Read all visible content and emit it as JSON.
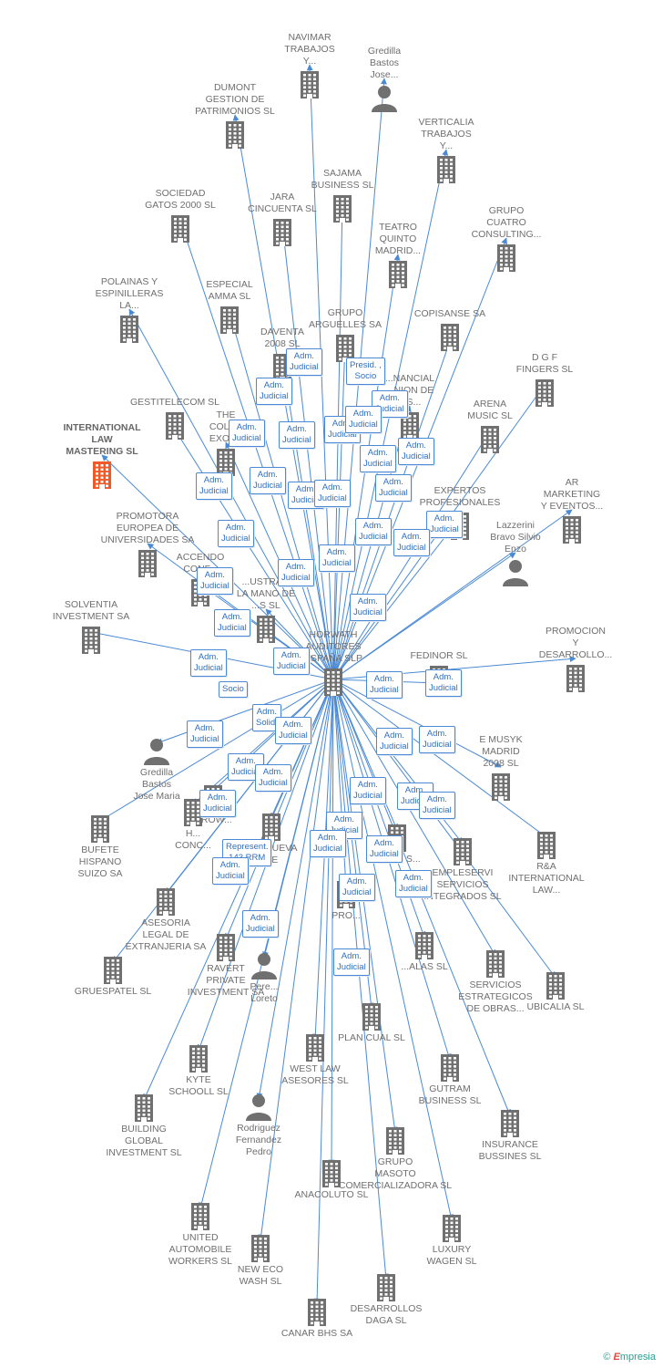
{
  "colors": {
    "building": "#707070",
    "focus": "#f05a28",
    "edge": "#4a8ad4",
    "badge_text": "#2f6fbf"
  },
  "center": {
    "id": "horwath",
    "label": "HORWATH\nAUDITORES\nESPAÑA SLP",
    "type": "building"
  },
  "nodes": [
    {
      "id": "navimar",
      "label": "NAVIMAR\nTRABAJOS\nY...",
      "type": "building"
    },
    {
      "id": "gredilla1",
      "label": "Gredilla\nBastos\nJose...",
      "type": "person"
    },
    {
      "id": "dumont",
      "label": "DUMONT\nGESTION DE\nPATRIMONIOS SL",
      "type": "building"
    },
    {
      "id": "verticalia",
      "label": "VERTICALIA\nTRABAJOS\nY...",
      "type": "building"
    },
    {
      "id": "sajama",
      "label": "SAJAMA\nBUSINESS SL",
      "type": "building"
    },
    {
      "id": "sociedad",
      "label": "SOCIEDAD\nGATOS 2000 SL",
      "type": "building"
    },
    {
      "id": "jara",
      "label": "JARA\nCINCUENTA SL",
      "type": "building"
    },
    {
      "id": "teatro",
      "label": "TEATRO\nQUINTO\nMADRID...",
      "type": "building"
    },
    {
      "id": "grupocuatro",
      "label": "GRUPO\nCUATRO\nCONSULTING...",
      "type": "building"
    },
    {
      "id": "polainas",
      "label": "POLAINAS Y\nESPINILLERAS\nLA...",
      "type": "building"
    },
    {
      "id": "especial",
      "label": "ESPECIAL\nAMMA SL",
      "type": "building"
    },
    {
      "id": "arguelles",
      "label": "GRUPO\nARGUELLES SA",
      "type": "building"
    },
    {
      "id": "daventa",
      "label": "DAVENTA\n2008 SL",
      "type": "building"
    },
    {
      "id": "copisanse",
      "label": "COPISANSE SA",
      "type": "building"
    },
    {
      "id": "dgf",
      "label": "D G F\nFINGERS SL",
      "type": "building"
    },
    {
      "id": "gestitelecom",
      "label": "GESTITELECOM SL",
      "type": "building"
    },
    {
      "id": "thecoll",
      "label": "THE\nCOLL...\nEXOT...",
      "type": "building"
    },
    {
      "id": "financial",
      "label": "...NANCIAL\n...NION DE\n...S...",
      "type": "building"
    },
    {
      "id": "arena",
      "label": "ARENA\nMUSIC SL",
      "type": "building"
    },
    {
      "id": "ilms",
      "label": "INTERNATIONAL\nLAW\nMASTERING SL",
      "type": "focus"
    },
    {
      "id": "armarketing",
      "label": "AR\nMARKETING\nY EVENTOS...",
      "type": "building"
    },
    {
      "id": "expertos",
      "label": "EXPERTOS\nPROFESIONALES",
      "type": "building"
    },
    {
      "id": "promotora",
      "label": "PROMOTORA\nEUROPEA DE\nUNIVERSIDADES SA",
      "type": "building"
    },
    {
      "id": "lazzerini",
      "label": "Lazzerini\nBravo Silvio\nEnzo",
      "type": "person"
    },
    {
      "id": "accendo",
      "label": "ACCENDO\nCONF...",
      "type": "building"
    },
    {
      "id": "ilustrada",
      "label": "...USTRA...\nLA MANO DE\n...S SL",
      "type": "building"
    },
    {
      "id": "solventia",
      "label": "SOLVENTIA\nINVESTMENT SA",
      "type": "building"
    },
    {
      "id": "promocion",
      "label": "PROMOCION\nY\nDESARROLLO...",
      "type": "building"
    },
    {
      "id": "fedinor",
      "label": "FEDINOR SL",
      "type": "building"
    },
    {
      "id": "gredilla2",
      "label": "Gredilla\nBastos\nJose Maria",
      "type": "person"
    },
    {
      "id": "emusyk",
      "label": "E MUSYK\nMADRID\n2008 SL",
      "type": "building"
    },
    {
      "id": "crow",
      "label": "CROW...",
      "type": "building"
    },
    {
      "id": "bufete",
      "label": "BUFETE\nHISPANO\nSUIZO SA",
      "type": "building"
    },
    {
      "id": "hconc",
      "label": "H...\nCONC...",
      "type": "building"
    },
    {
      "id": "villanueva",
      "label": "...LANUEVA\nDE",
      "type": "building"
    },
    {
      "id": "work",
      "label": "WORK S...",
      "type": "building"
    },
    {
      "id": "rya",
      "label": "R&A\nINTERNATIONAL\nLAW...",
      "type": "building"
    },
    {
      "id": "empleservi",
      "label": "EMPLESERVI\nSERVICIOS\nINTEGRADOS SL",
      "type": "building"
    },
    {
      "id": "asesoria",
      "label": "ASESORIA\nLEGAL DE\nEXTRANJERIA SA",
      "type": "building"
    },
    {
      "id": "gruespatel",
      "label": "GRUESPATEL SL",
      "type": "building"
    },
    {
      "id": "ravert",
      "label": "RAVERT\nPRIVATE\nINVESTMENT SA",
      "type": "building"
    },
    {
      "id": "pere",
      "label": "Pere...\nLoreto",
      "type": "person"
    },
    {
      "id": "pro",
      "label": "PRO...",
      "type": "building"
    },
    {
      "id": "alas",
      "label": "...ALAS SL",
      "type": "building"
    },
    {
      "id": "serviciosestrat",
      "label": "SERVICIOS\nESTRATEGICOS\nDE OBRAS...",
      "type": "building"
    },
    {
      "id": "ubicalia",
      "label": "UBICALIA SL",
      "type": "building"
    },
    {
      "id": "plancual",
      "label": "PLAN CUAL SL",
      "type": "building"
    },
    {
      "id": "kyte",
      "label": "KYTE\nSCHOOLL SL",
      "type": "building"
    },
    {
      "id": "westlaw",
      "label": "WEST LAW\nASESORES SL",
      "type": "building"
    },
    {
      "id": "gutram",
      "label": "GUTRAM\nBUSINESS SL",
      "type": "building"
    },
    {
      "id": "building",
      "label": "BUILDING\nGLOBAL\nINVESTMENT SL",
      "type": "building"
    },
    {
      "id": "rodriguez",
      "label": "Rodriguez\nFernandez\nPedro",
      "type": "person"
    },
    {
      "id": "insurance",
      "label": "INSURANCE\nBUSSINES SL",
      "type": "building"
    },
    {
      "id": "masoto",
      "label": "GRUPO\nMASOTO\nCOMERCIALIZADORA SL",
      "type": "building"
    },
    {
      "id": "anacoluto",
      "label": "ANACOLUTO SL",
      "type": "building"
    },
    {
      "id": "united",
      "label": "UNITED\nAUTOMOBILE\nWORKERS SL",
      "type": "building"
    },
    {
      "id": "luxury",
      "label": "LUXURY\nWAGEN SL",
      "type": "building"
    },
    {
      "id": "neweco",
      "label": "NEW ECO\nWASH SL",
      "type": "building"
    },
    {
      "id": "desarrollos",
      "label": "DESARROLLOS\nDAGA SL",
      "type": "building"
    },
    {
      "id": "canar",
      "label": "CANAR BHS SA",
      "type": "building"
    }
  ],
  "badges": [
    {
      "id": "b1",
      "text": "Adm.\nJudicial"
    },
    {
      "id": "b2",
      "text": "Presid. ,\nSocio"
    },
    {
      "id": "b3",
      "text": "Adm.\nJudicial"
    },
    {
      "id": "b4",
      "text": "Adm.\nJudicial"
    },
    {
      "id": "b5",
      "text": "Adm.\nJudicial"
    },
    {
      "id": "b6",
      "text": "Adm.\nJudicial"
    },
    {
      "id": "b7",
      "text": "Adm.\nJudicial"
    },
    {
      "id": "b8",
      "text": "Adm.\nJudicial"
    },
    {
      "id": "b9",
      "text": "Adm.\nJudicial"
    },
    {
      "id": "b10",
      "text": "Adm.\nJudicial"
    },
    {
      "id": "b11",
      "text": "Adm.\nJudicial"
    },
    {
      "id": "b12",
      "text": "Adm.\nJudicial"
    },
    {
      "id": "b13",
      "text": "Adm.\nJudicial"
    },
    {
      "id": "b14",
      "text": "Adm.\nJudicial"
    },
    {
      "id": "b15",
      "text": "Adm.\nJudicial"
    },
    {
      "id": "b16",
      "text": "Adm.\nJudicial"
    },
    {
      "id": "b17",
      "text": "Adm.\nJudicial"
    },
    {
      "id": "b18",
      "text": "Adm.\nJudicial"
    },
    {
      "id": "b19",
      "text": "Adm.\nJudicial"
    },
    {
      "id": "b20",
      "text": "Adm.\nJudicial"
    },
    {
      "id": "b21",
      "text": "Adm.\nJudicial"
    },
    {
      "id": "b22",
      "text": "Adm.\nJudicial"
    },
    {
      "id": "b23",
      "text": "Adm.\nJudicial"
    },
    {
      "id": "b24",
      "text": "Socio"
    },
    {
      "id": "b25",
      "text": "Adm.\nJudicial"
    },
    {
      "id": "b26",
      "text": "Adm.\nJudicial"
    },
    {
      "id": "b27",
      "text": "Adm.\nJudicial"
    },
    {
      "id": "b28",
      "text": "Adm.\nSolid."
    },
    {
      "id": "b29",
      "text": "Adm.\nJudicial"
    },
    {
      "id": "b30",
      "text": "Adm.\nJudicial"
    },
    {
      "id": "b31",
      "text": "Adm.\nJudicial"
    },
    {
      "id": "b32",
      "text": "Adm.\nJudicial"
    },
    {
      "id": "b33",
      "text": "Adm.\nJudicial"
    },
    {
      "id": "b34",
      "text": "Adm.\nJudicial"
    },
    {
      "id": "b35",
      "text": "Adm.\nJudicial"
    },
    {
      "id": "b36",
      "text": "Represent.\n143 RRM"
    },
    {
      "id": "b37",
      "text": "Adm.\nJudicial"
    },
    {
      "id": "b38",
      "text": "Adm.\nJudicial"
    },
    {
      "id": "b39",
      "text": "Adm.\nJudicial"
    },
    {
      "id": "b40",
      "text": "Adm.\nJudicial"
    },
    {
      "id": "b41",
      "text": "Adm.\nJudicial"
    },
    {
      "id": "b42",
      "text": "Adm.\nJudicial"
    },
    {
      "id": "b43",
      "text": "Adm.\nJudicial"
    },
    {
      "id": "b44",
      "text": "Adm.\nJudicial"
    },
    {
      "id": "b45",
      "text": "Adm.\nJudicial"
    },
    {
      "id": "b46",
      "text": "Adm.\nJudicial"
    },
    {
      "id": "b47",
      "text": "Adm.\nJudicial"
    },
    {
      "id": "b48",
      "text": "Adm.\nJudicial"
    },
    {
      "id": "b49",
      "text": "Adm.\nJudicial"
    }
  ],
  "footer": {
    "copyright": "©",
    "brand_initial": "E",
    "brand_rest": "mpresia"
  }
}
